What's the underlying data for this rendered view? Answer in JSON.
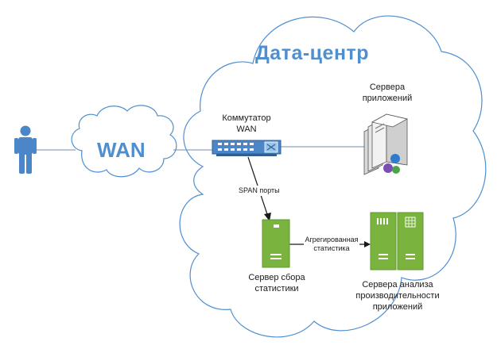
{
  "datacenter_title": "Дата-центр",
  "wan_cloud_label": "WAN",
  "switch": {
    "line1": "Коммутатор",
    "line2": "WAN"
  },
  "app_servers": {
    "line1": "Сервера",
    "line2": "приложений"
  },
  "span_label": "SPAN порты",
  "collector": {
    "line1": "Сервер сбора",
    "line2": "статистики"
  },
  "aggregated": {
    "line1": "Агрегированная",
    "line2": "статистика"
  },
  "analysis": {
    "line1": "Сервера анализа",
    "line2": "производительности",
    "line3": "приложений"
  },
  "colors": {
    "cloud_stroke": "#4f8fd0",
    "accent_blue": "#4f8fd0",
    "switch_blue": "#4a86c8",
    "server_green": "#7ab33e",
    "server_green_dark": "#5e9a2a"
  }
}
